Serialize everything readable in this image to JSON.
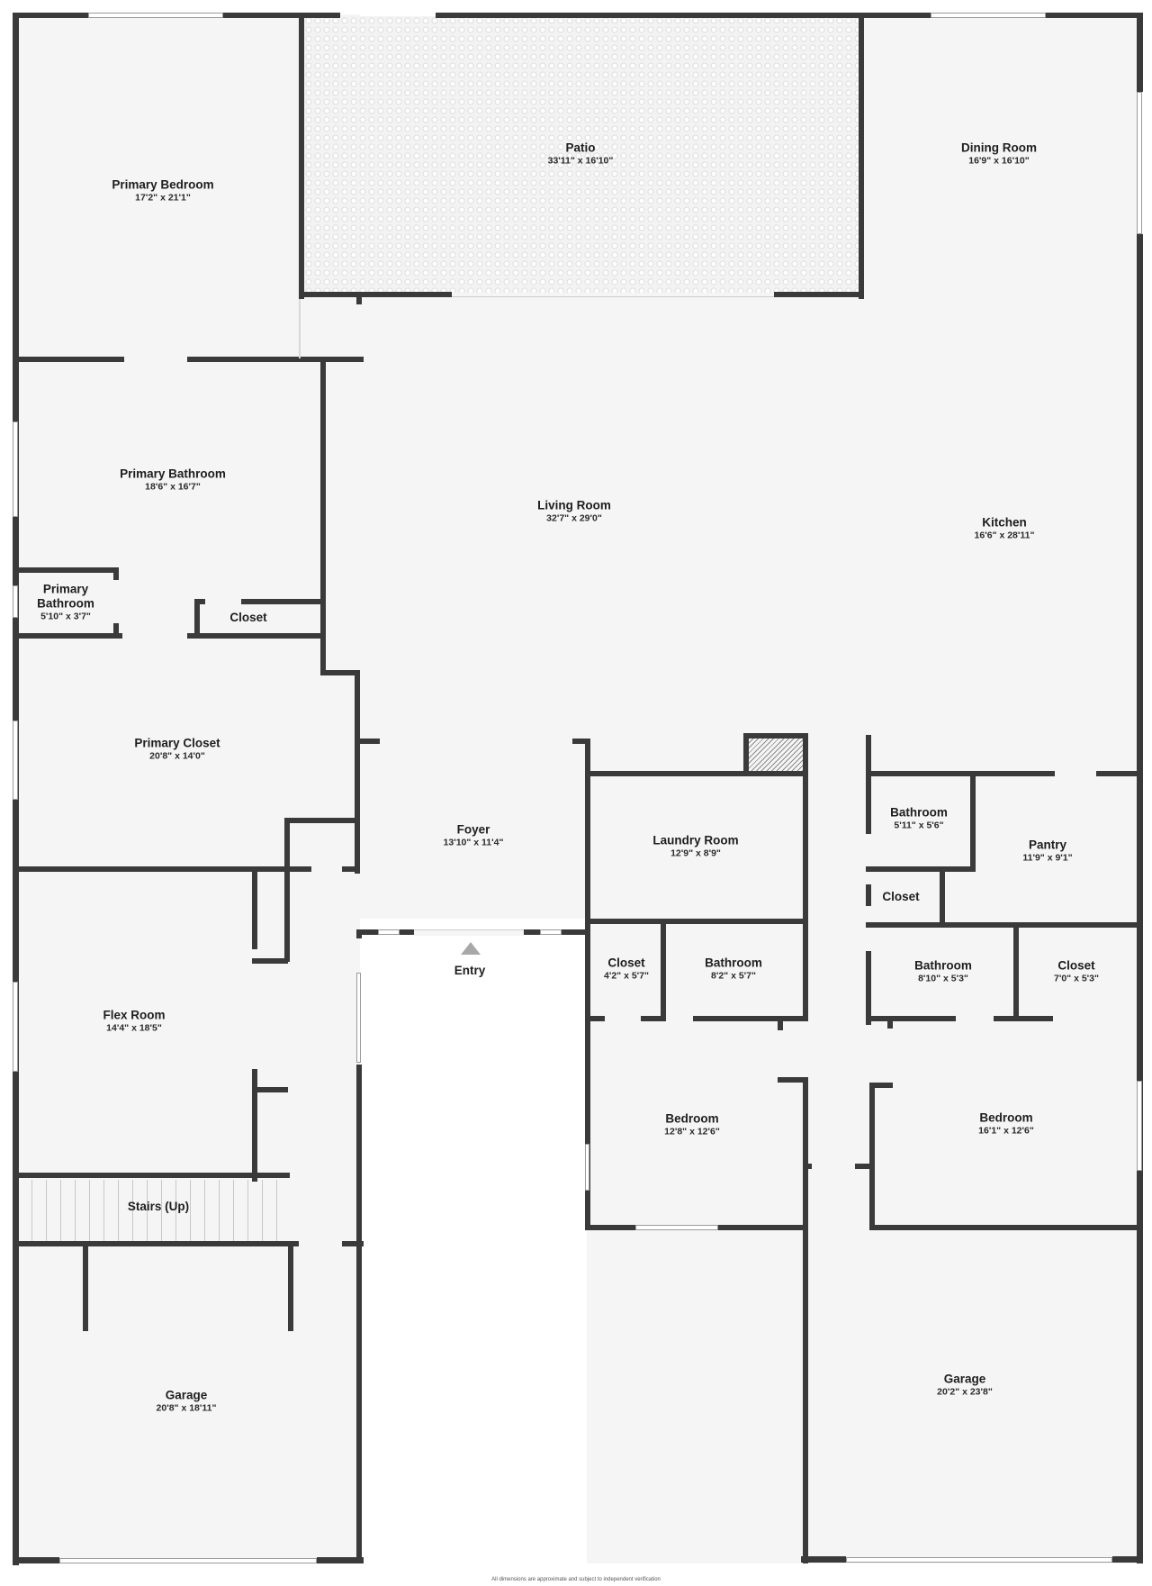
{
  "floorplan": {
    "rooms": [
      {
        "id": "primary-bedroom",
        "name": "Primary Bedroom",
        "dims": "17'2\" x 21'1\""
      },
      {
        "id": "patio",
        "name": "Patio",
        "dims": "33'11\" x 16'10\""
      },
      {
        "id": "dining-room",
        "name": "Dining Room",
        "dims": "16'9\" x 16'10\""
      },
      {
        "id": "primary-bathroom",
        "name": "Primary Bathroom",
        "dims": "18'6\" x 16'7\""
      },
      {
        "id": "living-room",
        "name": "Living Room",
        "dims": "32'7\" x 29'0\""
      },
      {
        "id": "kitchen",
        "name": "Kitchen",
        "dims": "16'6\" x 28'11\""
      },
      {
        "id": "primary-bathroom-small",
        "name": "Primary Bathroom",
        "name_line1": "Primary",
        "name_line2": "Bathroom",
        "dims": "5'10\" x 3'7\""
      },
      {
        "id": "closet-primary",
        "name": "Closet",
        "dims": ""
      },
      {
        "id": "primary-closet",
        "name": "Primary Closet",
        "dims": "20'8\" x 14'0\""
      },
      {
        "id": "foyer",
        "name": "Foyer",
        "dims": "13'10\" x 11'4\""
      },
      {
        "id": "laundry-room",
        "name": "Laundry Room",
        "dims": "12'9\" x 8'9\""
      },
      {
        "id": "bathroom-1",
        "name": "Bathroom",
        "dims": "5'11\" x 5'6\""
      },
      {
        "id": "pantry",
        "name": "Pantry",
        "dims": "11'9\" x 9'1\""
      },
      {
        "id": "closet-2",
        "name": "Closet",
        "dims": ""
      },
      {
        "id": "closet-3",
        "name": "Closet",
        "dims": "4'2\" x 5'7\""
      },
      {
        "id": "bathroom-2",
        "name": "Bathroom",
        "dims": "8'2\" x 5'7\""
      },
      {
        "id": "bathroom-3",
        "name": "Bathroom",
        "dims": "8'10\" x 5'3\""
      },
      {
        "id": "closet-4",
        "name": "Closet",
        "dims": "7'0\" x 5'3\""
      },
      {
        "id": "flex-room",
        "name": "Flex Room",
        "dims": "14'4\" x 18'5\""
      },
      {
        "id": "bedroom-1",
        "name": "Bedroom",
        "dims": "12'8\" x 12'6\""
      },
      {
        "id": "bedroom-2",
        "name": "Bedroom",
        "dims": "16'1\" x 12'6\""
      },
      {
        "id": "stairs",
        "name": "Stairs (Up)",
        "dims": ""
      },
      {
        "id": "garage-1",
        "name": "Garage",
        "dims": "20'8\" x 18'11\""
      },
      {
        "id": "garage-2",
        "name": "Garage",
        "dims": "20'2\" x 23'8\""
      }
    ],
    "entry": {
      "label": "Entry",
      "icon": "triangle-up-arrow-icon"
    },
    "disclaimer": "All dimensions are approximate and subject to independent verification",
    "colors": {
      "wall": "#3a3a3a",
      "floor": "#f5f5f5",
      "background": "#ffffff",
      "label": "#1e1e1e",
      "entry_arrow": "#a8a8a8"
    }
  }
}
